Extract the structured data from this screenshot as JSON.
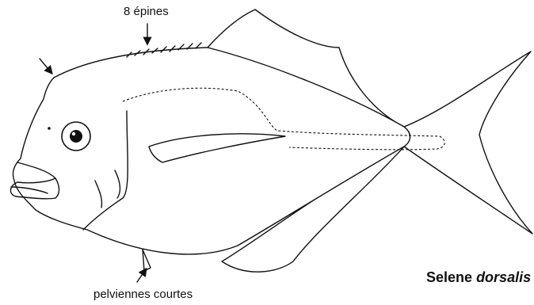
{
  "labels": {
    "spines": "8 épines",
    "pelvic": "pelviennes courtes",
    "species_genus": "Selene",
    "species_epithet": "dorsalis"
  },
  "colors": {
    "line": "#111111",
    "background": "#ffffff"
  }
}
